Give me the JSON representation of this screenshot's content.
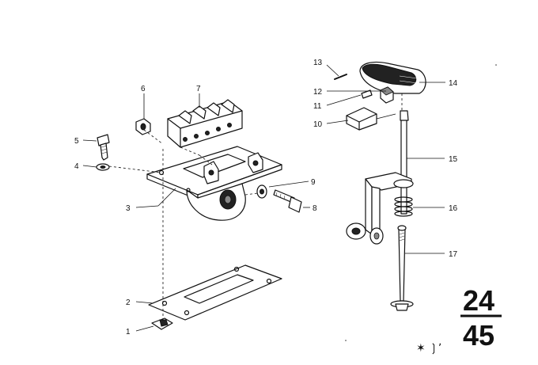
{
  "diagram": {
    "callouts": [
      {
        "id": "1",
        "label": "1"
      },
      {
        "id": "2",
        "label": "2"
      },
      {
        "id": "3",
        "label": "3"
      },
      {
        "id": "4",
        "label": "4"
      },
      {
        "id": "5",
        "label": "5"
      },
      {
        "id": "6",
        "label": "6"
      },
      {
        "id": "7",
        "label": "7"
      },
      {
        "id": "8",
        "label": "8"
      },
      {
        "id": "9",
        "label": "9"
      },
      {
        "id": "10",
        "label": "10"
      },
      {
        "id": "11",
        "label": "11"
      },
      {
        "id": "12",
        "label": "12"
      },
      {
        "id": "13",
        "label": "13"
      },
      {
        "id": "14",
        "label": "14"
      },
      {
        "id": "15",
        "label": "15"
      },
      {
        "id": "16",
        "label": "16"
      },
      {
        "id": "17",
        "label": "17"
      }
    ],
    "group_number_top": "24",
    "group_number_bottom": "45",
    "footer_mark": "✶ ❳ʼ"
  }
}
